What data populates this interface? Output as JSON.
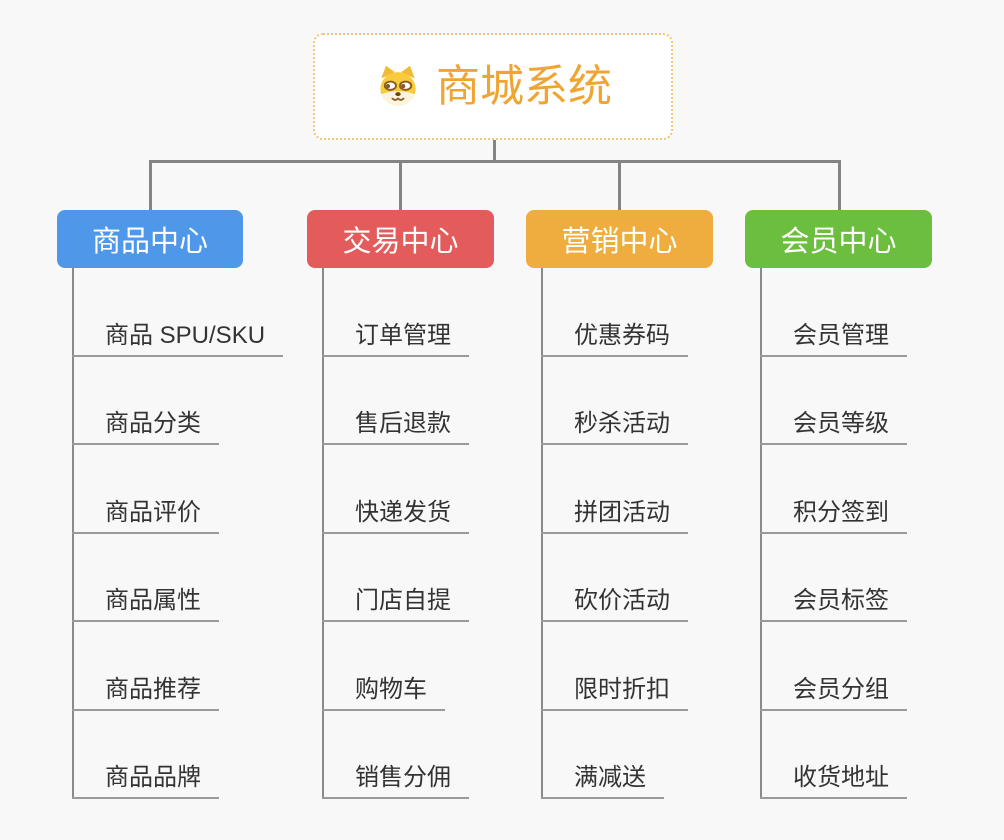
{
  "page": {
    "background": "#f8f8f8",
    "connector_color": "#848484"
  },
  "root": {
    "title": "商城系统",
    "icon": "dog-face-icon",
    "text_color": "#f0a532",
    "border_color": "#f3c474"
  },
  "branches": [
    {
      "label": "商品中心",
      "color": "#4e97e9",
      "items": [
        "商品 SPU/SKU",
        "商品分类",
        "商品评价",
        "商品属性",
        "商品推荐",
        "商品品牌"
      ]
    },
    {
      "label": "交易中心",
      "color": "#e45b5b",
      "items": [
        "订单管理",
        "售后退款",
        "快递发货",
        "门店自提",
        "购物车",
        "销售分佣"
      ]
    },
    {
      "label": "营销中心",
      "color": "#efad40",
      "items": [
        "优惠券码",
        "秒杀活动",
        "拼团活动",
        "砍价活动",
        "限时折扣",
        "满减送"
      ]
    },
    {
      "label": "会员中心",
      "color": "#6cbe3e",
      "items": [
        "会员管理",
        "会员等级",
        "积分签到",
        "会员标签",
        "会员分组",
        "收货地址"
      ]
    }
  ]
}
